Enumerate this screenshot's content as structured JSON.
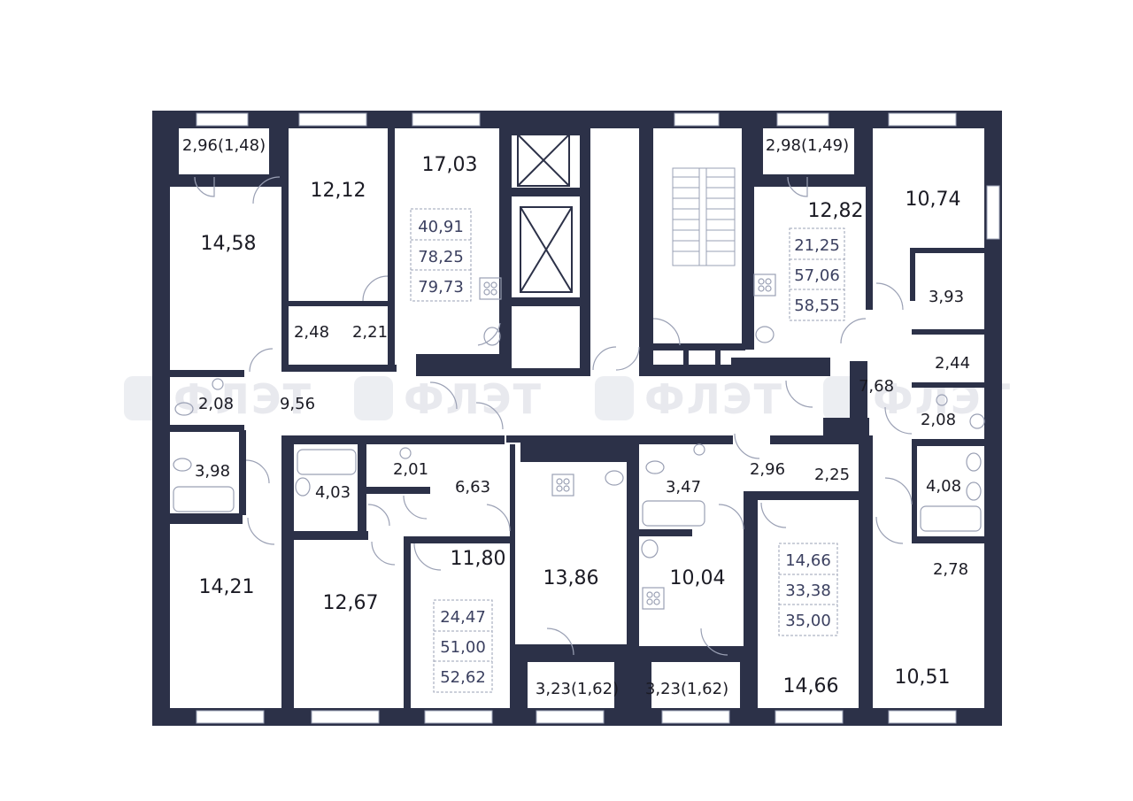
{
  "colors": {
    "wall": "#2c3148",
    "floor": "#ffffff",
    "fixture": "#9aa0b4",
    "summary_text": "#3b4060"
  },
  "watermark": {
    "text": "ФЛЭТ",
    "count": 4
  },
  "rooms": {
    "r_balcony_nw": "2,96(1,48)",
    "r_living_nw": "14,58",
    "r_bed_a": "12,12",
    "r_kitchen_a": "17,03",
    "r_wc_a1": "2,48",
    "r_hall_a": "2,21",
    "r_wc_w": "2,08",
    "r_corridor_w": "9,56",
    "r_bath_w": "3,98",
    "r_room_sw": "14,21",
    "r_bath_b": "4,03",
    "r_wc_b": "2,01",
    "r_hall_b": "6,63",
    "r_room_b1": "12,67",
    "r_kitchen_b": "11,80",
    "r_room_b2": "13,86",
    "r_balcony_s1": "3,23(1,62)",
    "r_balcony_s2": "3,23(1,62)",
    "r_bath_c": "3,47",
    "r_kitchen_c": "10,04",
    "r_hall_c": "2,96",
    "r_wc_c": "2,25",
    "r_room_c": "14,66",
    "r_balcony_ne": "2,98(1,49)",
    "r_kitchen_d": "12,82",
    "r_room_ne": "10,74",
    "r_store_e1": "3,93",
    "r_store_e2": "2,44",
    "r_corridor_e": "7,68",
    "r_wc_e": "2,08",
    "r_bath_e": "4,08",
    "r_closet_e": "2,78",
    "r_room_se": "10,51"
  },
  "summaries": {
    "apt_a": [
      "40,91",
      "78,25",
      "79,73"
    ],
    "apt_b": [
      "24,47",
      "51,00",
      "52,62"
    ],
    "apt_c": [
      "14,66",
      "33,38",
      "35,00"
    ],
    "apt_d": [
      "21,25",
      "57,06",
      "58,55"
    ]
  }
}
